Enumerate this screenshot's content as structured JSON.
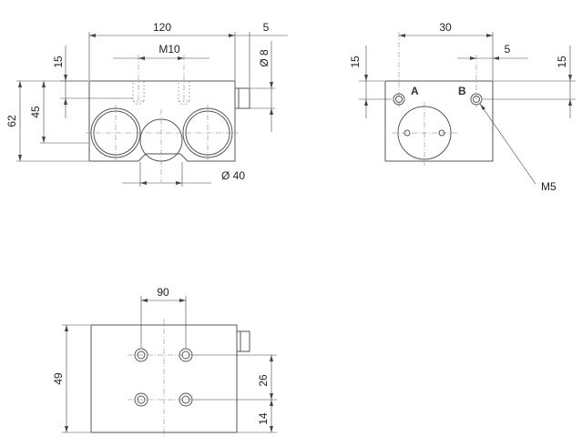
{
  "front_view": {
    "width_label": "120",
    "boss_label": "5",
    "thread_label": "M10",
    "boss_dia_label": "Ø 8",
    "top_offset_label": "15",
    "height_label": "62",
    "bore_height_label": "45",
    "bore_dia_label": "Ø 40"
  },
  "side_view": {
    "width_label": "30",
    "offset_label": "5",
    "left_height_label": "15",
    "right_height_label": "15",
    "port_a_label": "A",
    "port_b_label": "B",
    "thread_label": "M5"
  },
  "bottom_view": {
    "spacing_label": "90",
    "height_label": "49",
    "upper_row_label": "26",
    "lower_row_label": "14"
  }
}
